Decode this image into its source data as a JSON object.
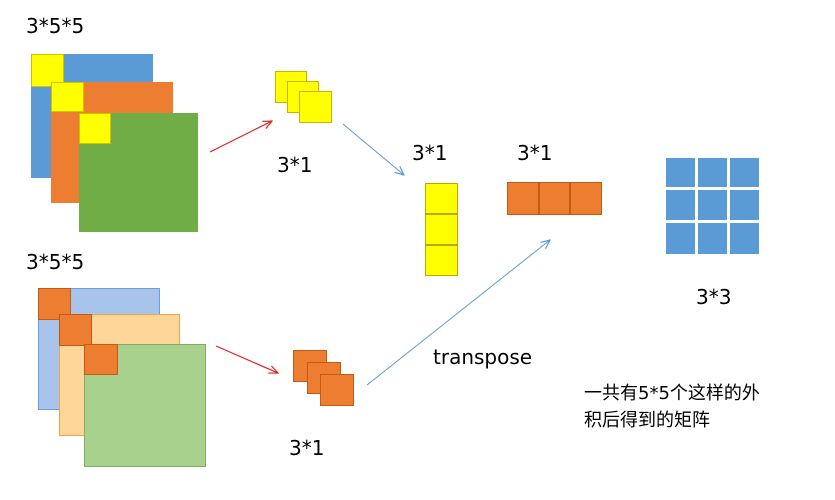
{
  "labels": {
    "top_tensor": "3*5*5",
    "bottom_tensor": "3*5*5",
    "top_vector_small": "3*1",
    "bottom_vector_small": "3*1",
    "column_vector": "3*1",
    "row_vector": "3*1",
    "result_matrix": "3*3",
    "transpose": "transpose"
  },
  "note_lines": [
    "一共有5*5个这样的外",
    "积后得到的矩阵"
  ],
  "colors": {
    "blue": "#5B9BD5",
    "orange": "#ED7D31",
    "green": "#70AD47",
    "yellow": "#FFFF00",
    "light_blue": "#A9C4EB",
    "light_orange": "#FFD699",
    "light_green": "#A9D18E",
    "red_arrow": "#E0201F",
    "blue_arrow": "#5B9BD5"
  }
}
